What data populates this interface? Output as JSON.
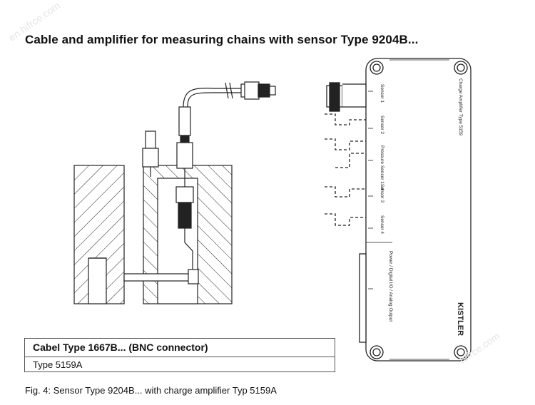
{
  "title": "Cable and amplifier for measuring chains with sensor Type 9204B...",
  "amplifier": {
    "name": "Charge Amplifier Type 5159",
    "sensor_labels": [
      "Sensor 1",
      "Sensor 2",
      "Pressure Sensor 1...4",
      "Sensor 3",
      "Sensor 4"
    ],
    "power_label": "Power / Digital I/O / Analog Output",
    "logo": "KISTLER"
  },
  "table": {
    "row1": "Cabel Type 1667B... (BNC connector)",
    "row2": "Type 5159A"
  },
  "caption": "Fig. 4:  Sensor Type 9204B... with charge amplifier Typ 5159A",
  "watermarks": [
    "en.hifrce.com",
    "hifrce.com"
  ]
}
